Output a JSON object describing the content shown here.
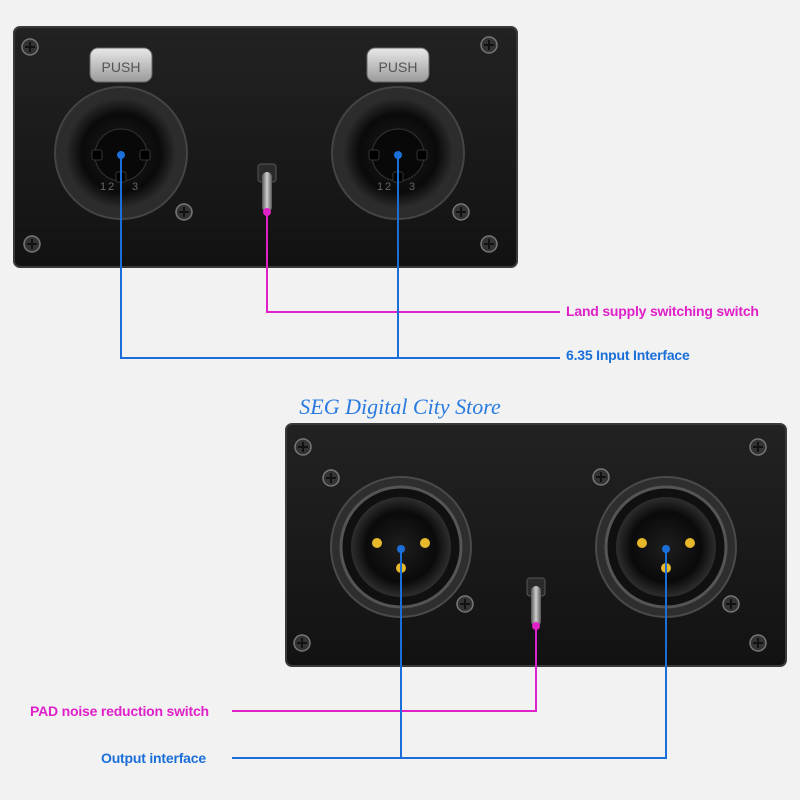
{
  "watermark": "SEG Digital City Store",
  "top_panel": {
    "push_label": "PUSH",
    "pin_numbers": [
      "1",
      "2",
      "3"
    ]
  },
  "callouts": {
    "land_supply_switch": "Land supply switching switch",
    "input_interface": "6.35 Input Interface",
    "pad_switch": "PAD noise reduction switch",
    "output_interface": "Output interface"
  },
  "colors": {
    "background": "#f2f2f2",
    "panel": "#161616",
    "magenta_callout": "#e020c8",
    "blue_callout": "#1a6fd8",
    "gold_pin": "#e6b82a"
  }
}
